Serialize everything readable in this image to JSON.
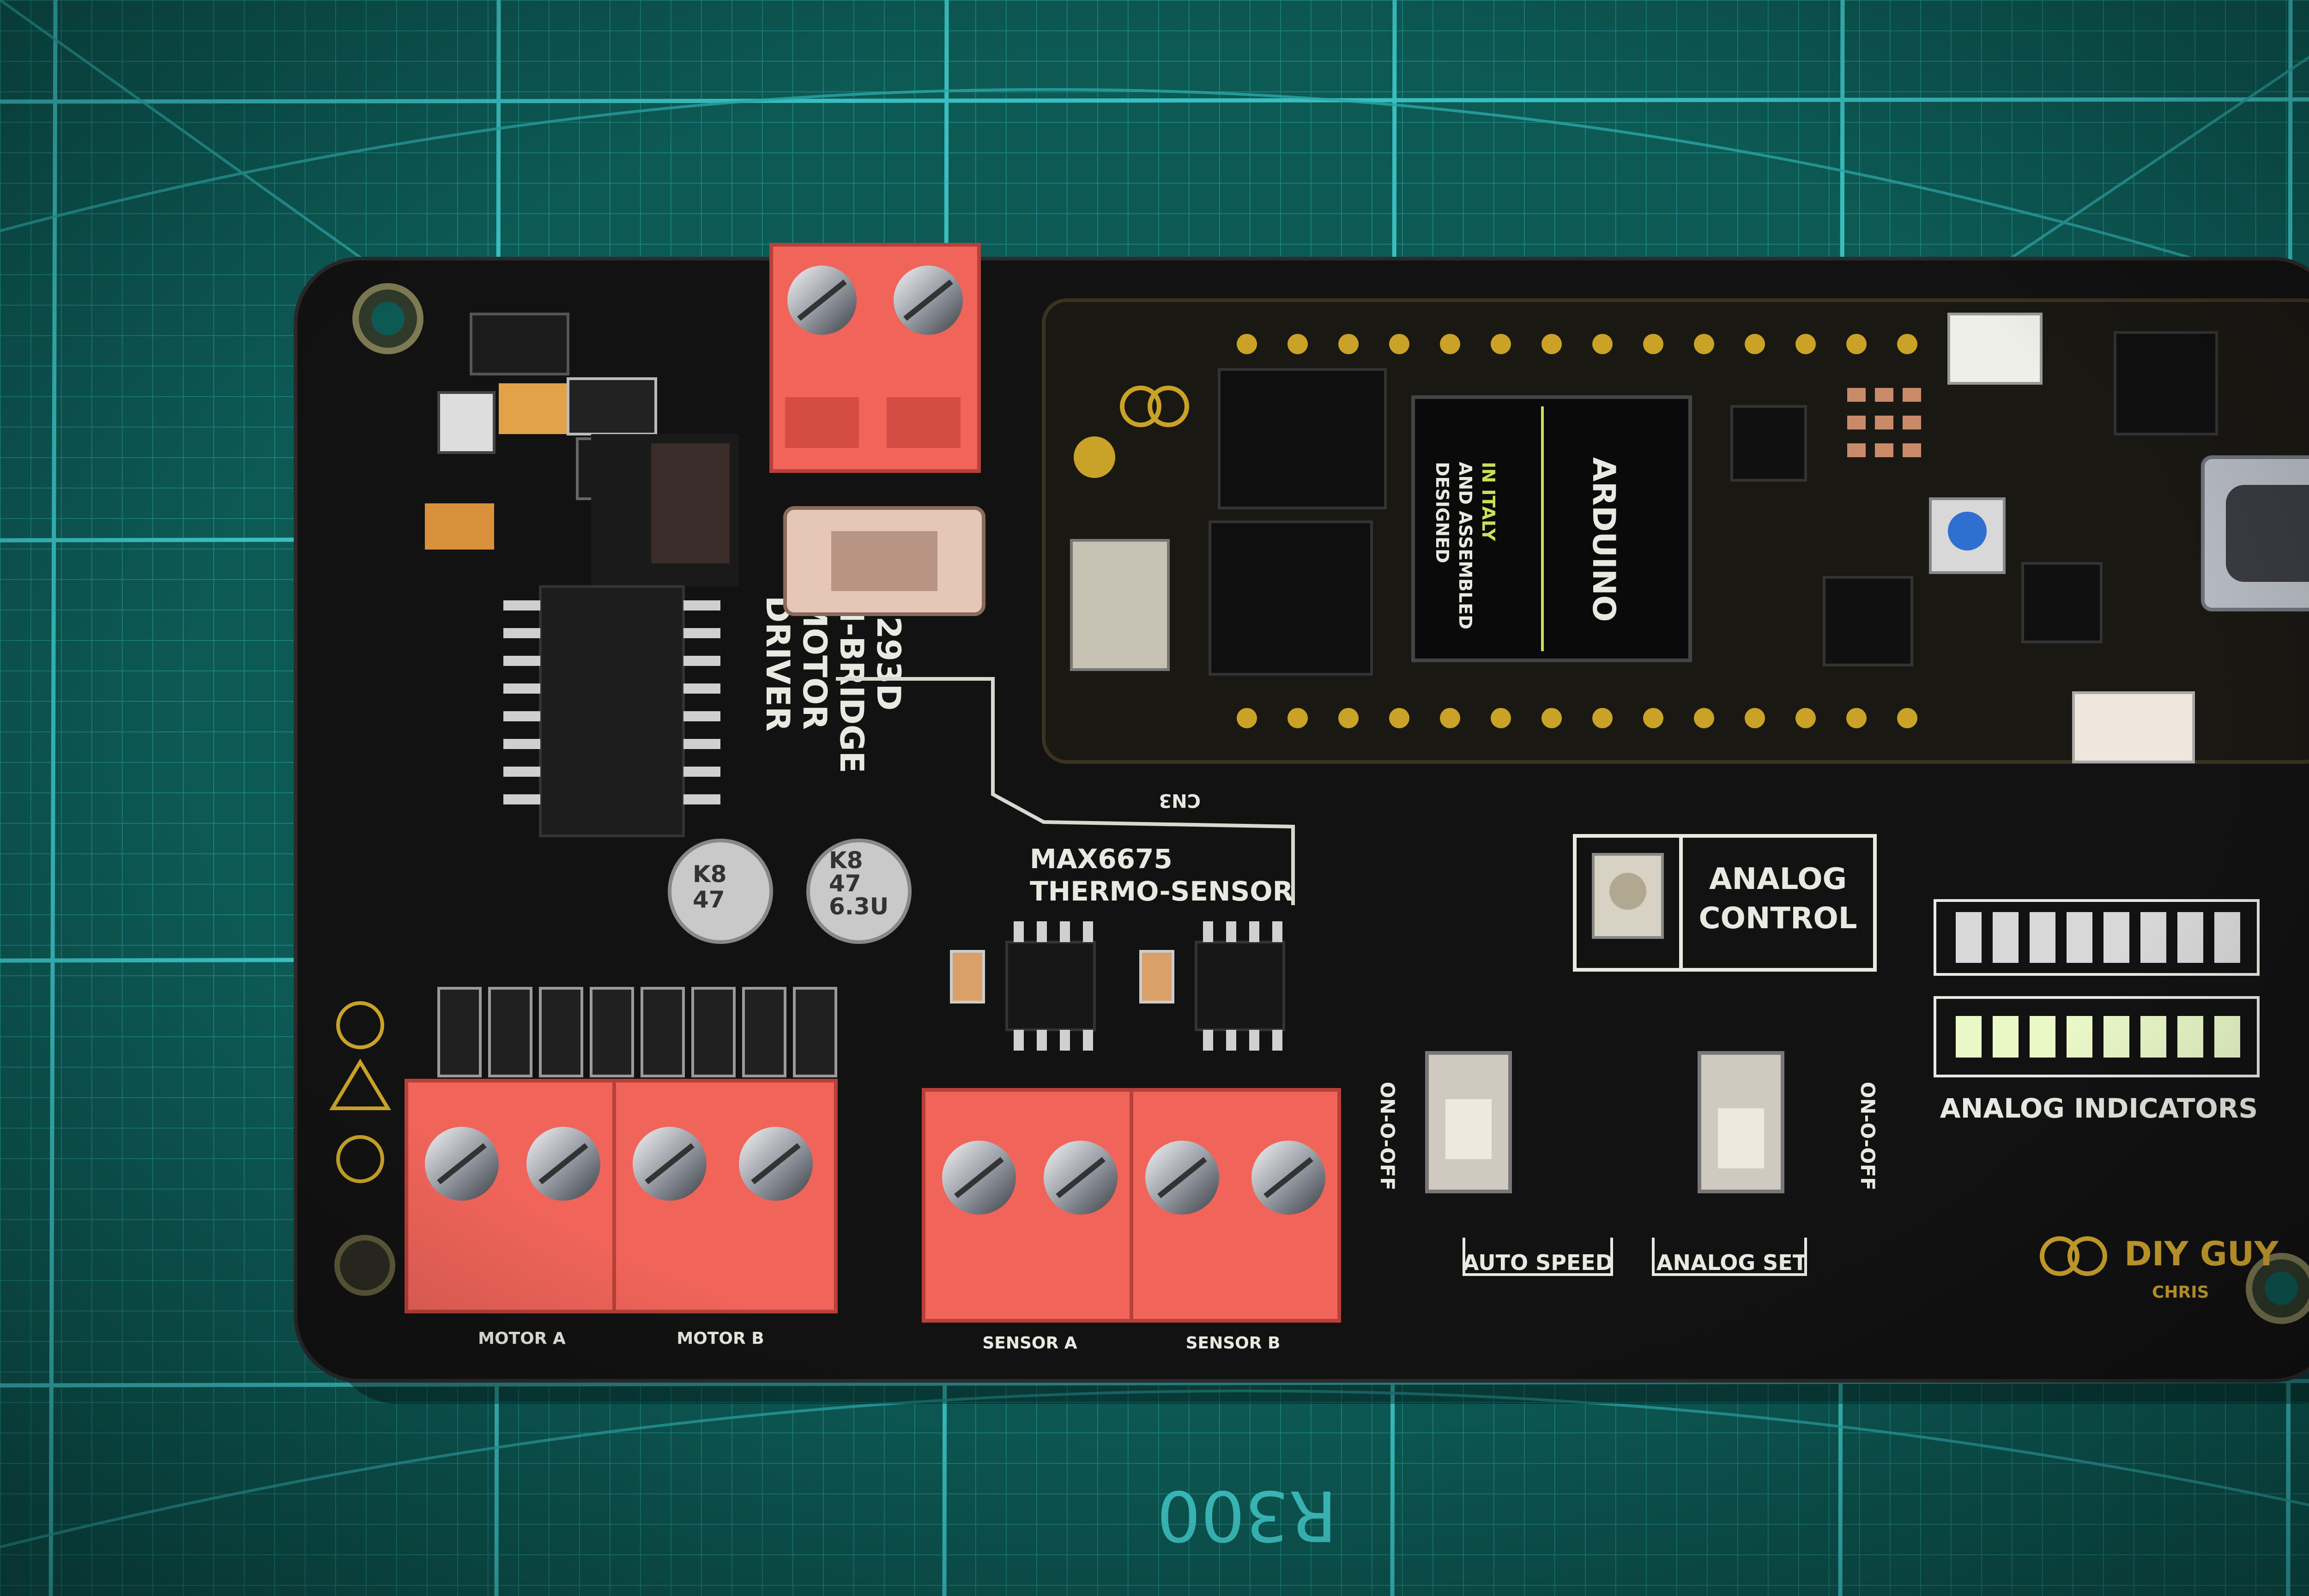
{
  "cutting_mat": {
    "scale_label": "R300",
    "color": "#0d5a55",
    "grid_color": "#39bfc0"
  },
  "board": {
    "color": "#121212",
    "silkscreen_color": "#e9e9e2",
    "driver_label": [
      "L293D",
      "H-BRIDGE",
      "MOTOR",
      "DRIVER"
    ],
    "sensor_label": [
      "MAX6675",
      "THERMO-SENSOR"
    ],
    "analog_control_label": [
      "ANALOG",
      "CONTROL"
    ],
    "analog_indicators_label": "ANALOG INDICATORS",
    "auto_speed_label": "AUTO SPEED",
    "analog_set_label": "ANALOG SET",
    "switch_marking": "ON",
    "switch_marking_alt": "ON-O-OFF",
    "motor_a_label": "MOTOR A",
    "motor_b_label": "MOTOR B",
    "sensor_a_label": "SENSOR A",
    "sensor_b_label": "SENSOR B",
    "connector_label": "CN3",
    "brand_logo_text": [
      "DIY GUY",
      "CHRIS"
    ],
    "capacitor_marking": [
      "K8",
      "47",
      "6.3U"
    ]
  },
  "arduino_module": {
    "chip_text": [
      "ARDUINO",
      "DESIGNED",
      "AND ASSEMBLED",
      "IN ITALY"
    ],
    "accent_color": "#c9a227"
  },
  "terminal_blocks": {
    "color": "#f0645a"
  },
  "icons": [
    "mounting-hole-icon",
    "potentiometer-icon",
    "usb-c-port-icon",
    "led-icon",
    "screw-icon",
    "arduino-logo-icon",
    "diy-guy-logo-icon"
  ]
}
